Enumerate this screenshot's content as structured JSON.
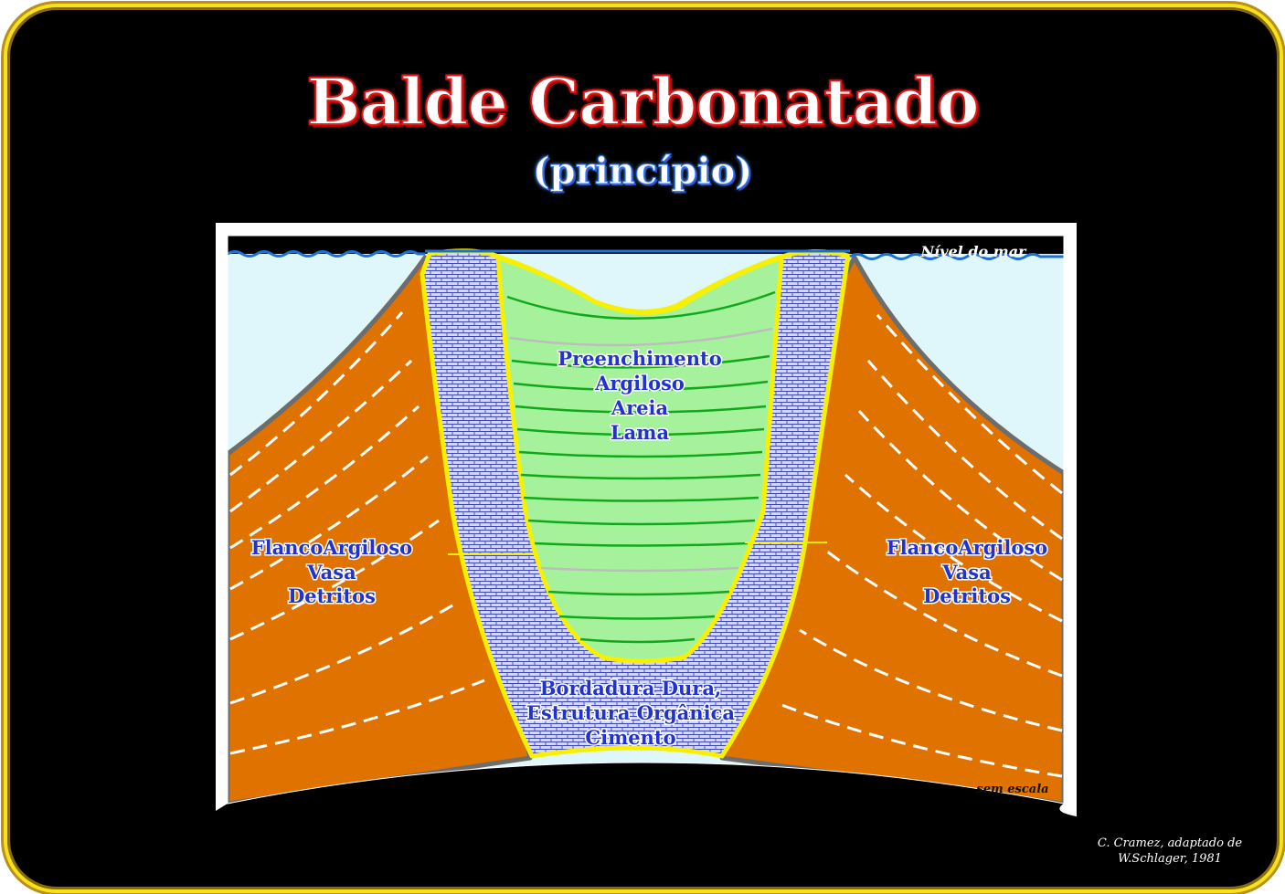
{
  "title": "Balde Carbonatado",
  "subtitle": "(princípio)",
  "sea_level_label": "Nível do mar",
  "scale_note": "sem escala",
  "labels": {
    "fill": [
      "Preenchimento",
      "Argiloso",
      "Areia",
      "Lama"
    ],
    "left_flank": [
      "FlancoArgiloso",
      "Vasa",
      "Detritos"
    ],
    "right_flank": [
      "FlancoArgiloso",
      "Vasa",
      "Detritos"
    ],
    "rim": [
      "Bordadura Dura,",
      "Estrutura Orgânica",
      "Cimento"
    ]
  },
  "credit": [
    "C. Cramez, adaptado de",
    "W.Schlager, 1981"
  ],
  "colors": {
    "background": "#000000",
    "frame": "#f7e21a",
    "water": "#dff7fb",
    "flank": "#e07300",
    "fill": "#a6f29c",
    "rim": "#b9bde6",
    "outline": "#f7f000",
    "label": "#2233cc"
  }
}
